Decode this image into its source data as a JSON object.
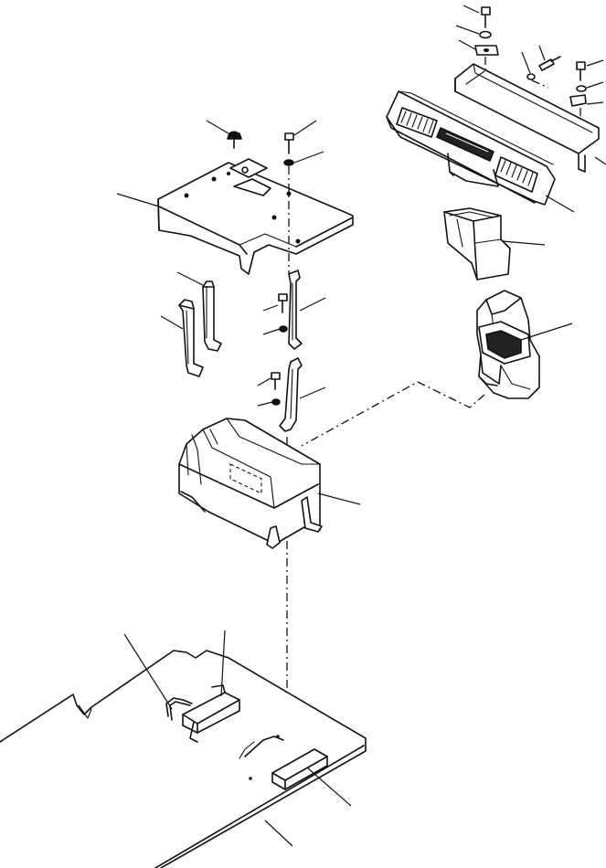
{
  "drawing": {
    "type": "exploded-parts-diagram",
    "components": [
      "bolt-top-right",
      "washer-top-right",
      "clip-top-right",
      "air-vent-bracket",
      "dashboard-air-vent",
      "air-duct-upper",
      "air-duct-elbow",
      "cover-plate",
      "support-bracket-left",
      "support-bracket-right",
      "support-bracket-center-upper",
      "support-bracket-center-lower",
      "heater-unit",
      "floor-plate",
      "floor-mount-left",
      "floor-mount-right",
      "pipe-clamp"
    ],
    "callout_labels": []
  }
}
